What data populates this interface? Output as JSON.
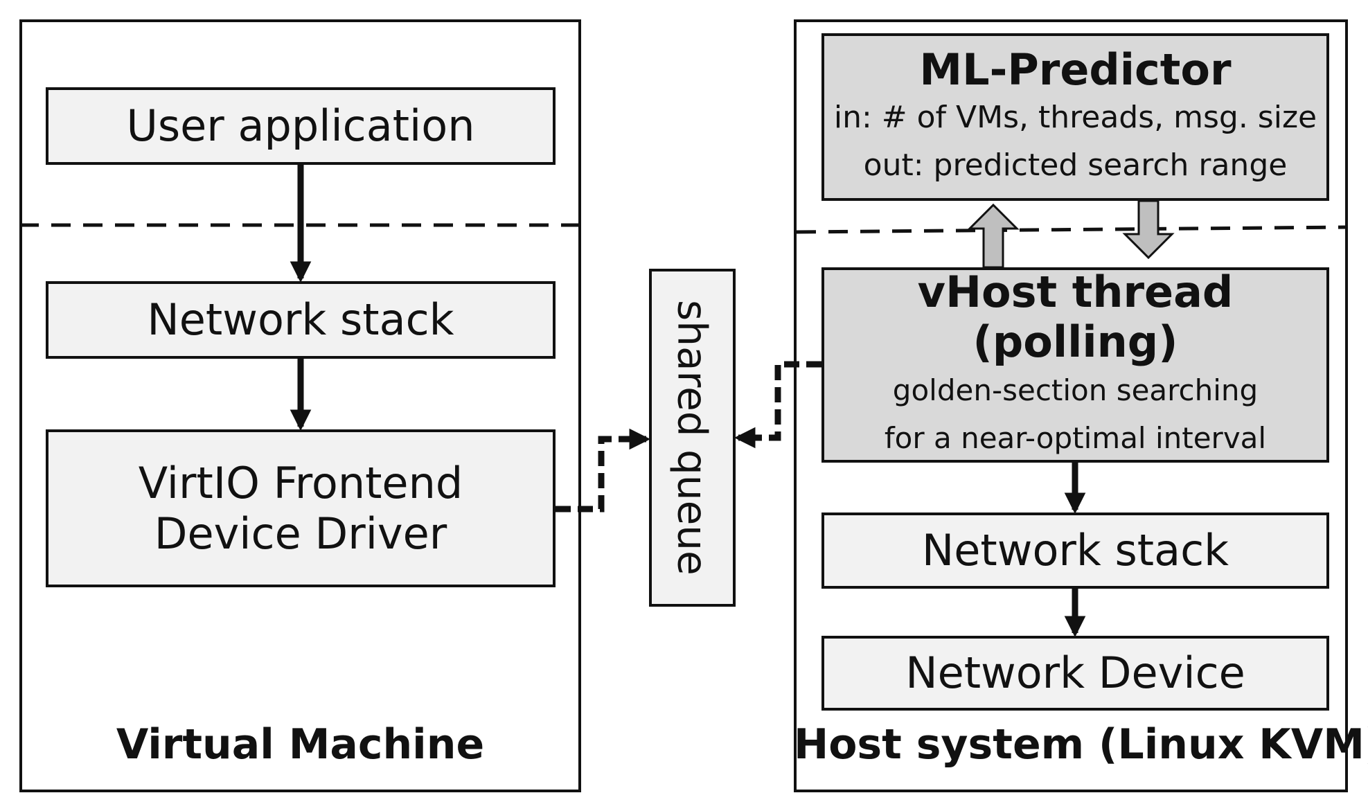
{
  "vm": {
    "label": "Virtual Machine",
    "user_app": "User application",
    "net_stack": "Network stack",
    "driver_line1": "VirtIO Frontend",
    "driver_line2": "Device Driver"
  },
  "queue": {
    "label": "shared queue"
  },
  "host": {
    "label": "Host system (Linux KVM)",
    "predictor": {
      "title": "ML-Predictor",
      "input": "in: # of VMs, threads, msg. size",
      "output": "out: predicted search range"
    },
    "vhost": {
      "title": "vHost thread (polling)",
      "line1": "golden-section searching",
      "line2": "for a near-optimal interval"
    },
    "net_stack": "Network stack",
    "net_device": "Network Device"
  },
  "colors": {
    "box_fill": "#f2f2f2",
    "gray_fill": "#d9d9d9",
    "hollow_arrow": "#bfbfbf",
    "line": "#111111"
  }
}
